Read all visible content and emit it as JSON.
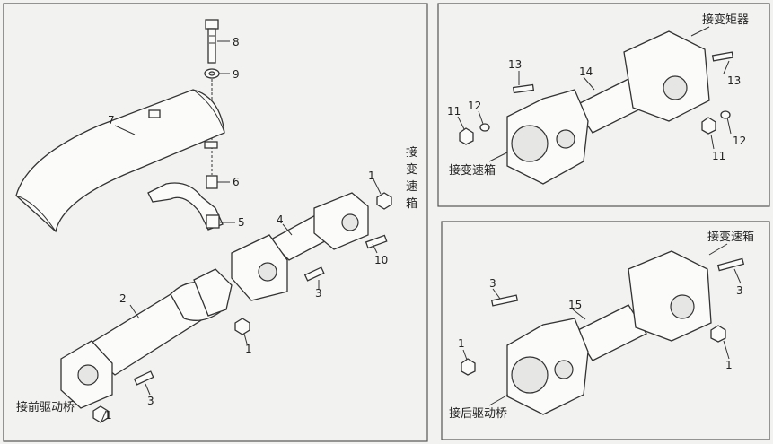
{
  "left_panel": {
    "callouts": {
      "c8": "8",
      "c9": "9",
      "c7": "7",
      "c6": "6",
      "c5": "5",
      "c4": "4",
      "c10": "10",
      "c1a": "1",
      "c3a": "3",
      "c2": "2",
      "c1b": "1",
      "c3b": "3",
      "c1c": "1"
    },
    "label_front": "接前驱动桥",
    "label_gearbox_vertical": [
      "接",
      "变",
      "速",
      "箱"
    ]
  },
  "top_right_panel": {
    "callouts": {
      "c13a": "13",
      "c14": "14",
      "c11a": "11",
      "c12a": "12",
      "c13b": "13",
      "c12b": "12",
      "c11b": "11"
    },
    "label_converter": "接变矩器",
    "label_gearbox": "接变速箱"
  },
  "bottom_right_panel": {
    "callouts": {
      "c3a": "3",
      "c15": "15",
      "c1a": "1",
      "c3b": "3",
      "c1b": "1"
    },
    "label_gearbox": "接变速箱",
    "label_rear": "接后驱动桥"
  }
}
